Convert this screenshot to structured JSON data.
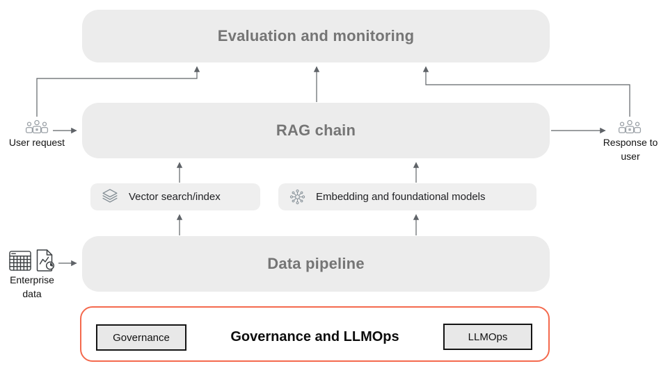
{
  "boxes": {
    "evaluation": {
      "label": "Evaluation and monitoring"
    },
    "rag_chain": {
      "label": "RAG chain"
    },
    "vector_search": {
      "label": "Vector search/index",
      "icon": "layers-icon"
    },
    "embedding": {
      "label": "Embedding and foundational models",
      "icon": "model-hub-icon"
    },
    "data_pipeline": {
      "label": "Data pipeline"
    }
  },
  "governance": {
    "title": "Governance and LLMOps",
    "left_tag": "Governance",
    "right_tag": "LLMOps",
    "border_color": "#F4694D"
  },
  "annotations": {
    "user_request": "User request",
    "response_to_user": "Response to user",
    "enterprise_data": "Enterprise data"
  },
  "colors": {
    "big_box_fill": "#ECECEC",
    "big_box_text": "#757575",
    "small_box_fill": "#EFEFEF",
    "small_box_text": "#202124",
    "tag_fill": "#E8E8E8",
    "tag_border": "#141414",
    "accent_orange": "#F4694D",
    "arrow": "#5F6368",
    "icon_gray": "#9AA0A6",
    "icon_dark": "#3C4043"
  }
}
